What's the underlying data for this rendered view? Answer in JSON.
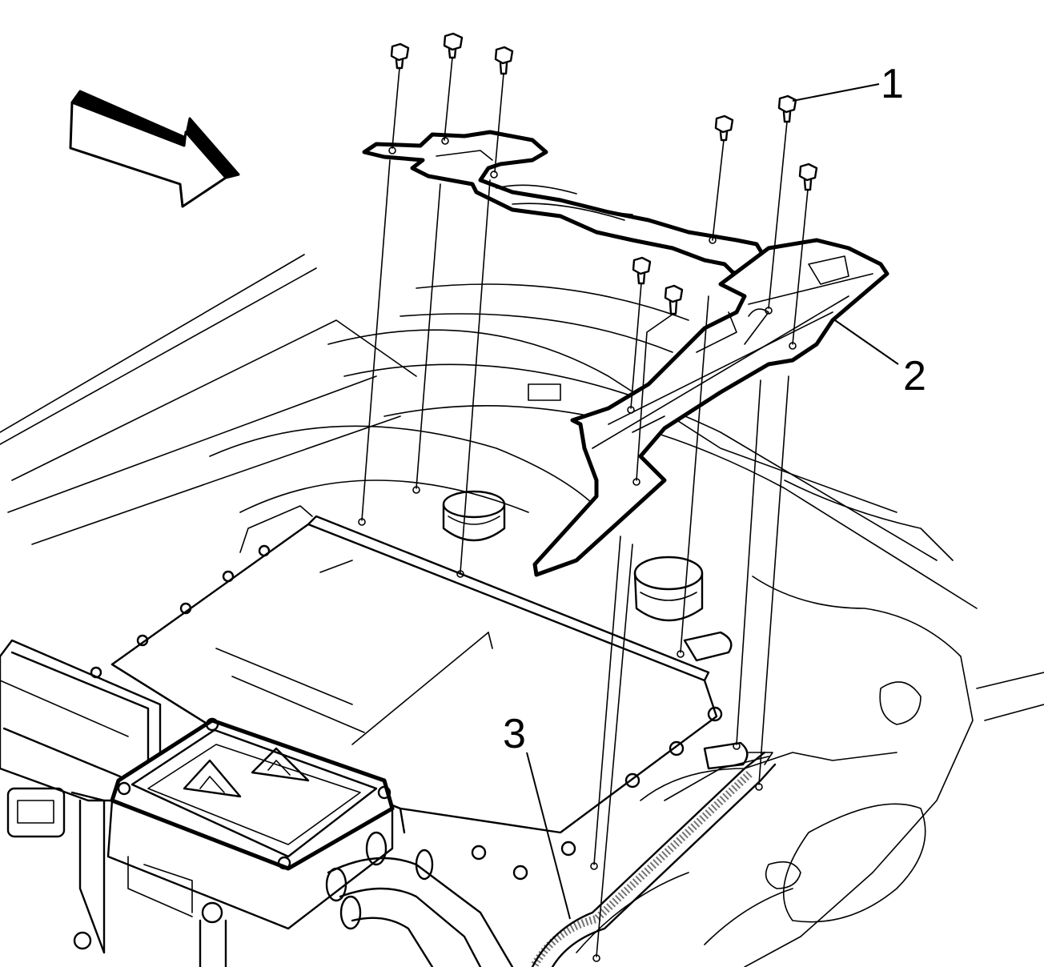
{
  "callouts": [
    {
      "label": "1",
      "part": "bolt"
    },
    {
      "label": "2",
      "part": "bracket"
    },
    {
      "label": "3",
      "part": "harness"
    }
  ],
  "view_arrow": {
    "icon": "direction-arrow-icon"
  }
}
